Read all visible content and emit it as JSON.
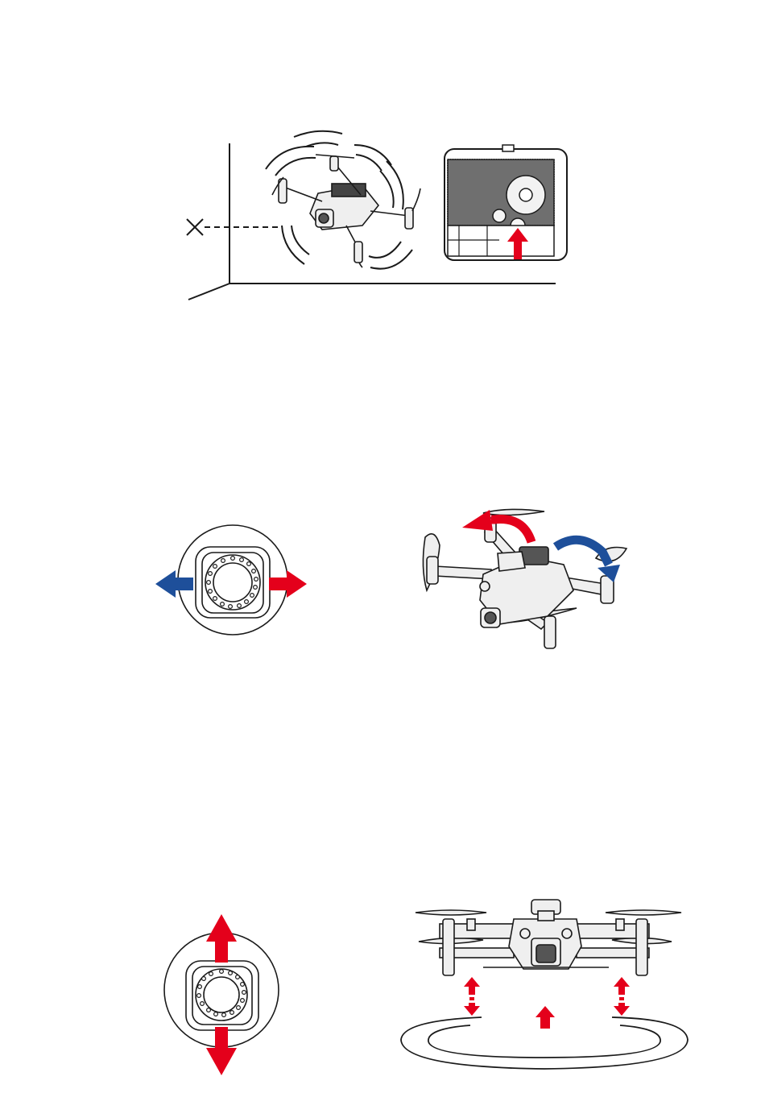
{
  "colors": {
    "line": "#1a1a1a",
    "red_arrow": "#e4001b",
    "blue_arrow": "#1e4f9a",
    "drone_fill": "#efefef",
    "panel_fill": "#6f6f6f"
  },
  "figures": [
    {
      "id": "hover-calibration",
      "icons": [
        "axis-icon",
        "position-x-icon",
        "hovering-drone-icon",
        "power-button-panel-icon",
        "press-up-arrow-icon"
      ]
    },
    {
      "id": "rotate-left-right",
      "icons": [
        "joystick-icon",
        "left-arrow-icon",
        "right-arrow-icon",
        "drone-icon",
        "counterclockwise-arrow-icon",
        "clockwise-arrow-icon"
      ]
    },
    {
      "id": "ascend-descend",
      "icons": [
        "joystick-icon",
        "up-arrow-icon",
        "down-arrow-icon",
        "drone-front-icon",
        "up-down-arrow-icon",
        "ground-ring-icon"
      ]
    }
  ]
}
